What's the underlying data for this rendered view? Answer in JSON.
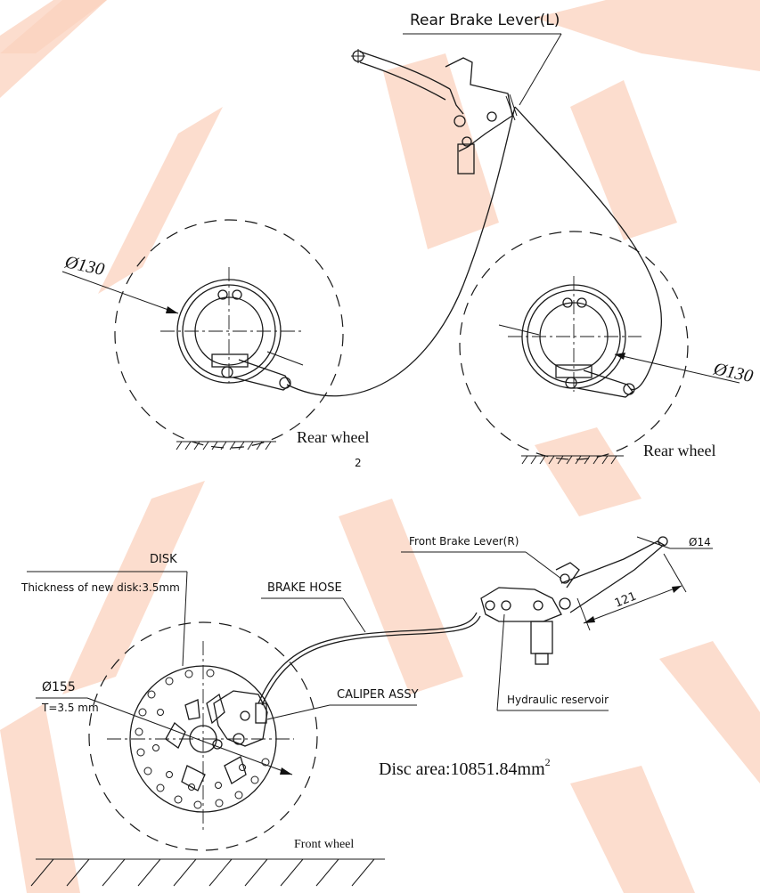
{
  "top": {
    "rear_lever_label": "Rear Brake Lever(L)",
    "left_diameter": "Ø130",
    "right_diameter": "Ø130",
    "left_wheel_label": "Rear wheel",
    "right_wheel_label": "Rear wheel",
    "page_mark": "2"
  },
  "bottom": {
    "disk_label": "DISK",
    "thickness_label": "Thickness of new disk:3.5mm",
    "brake_hose_label": "BRAKE HOSE",
    "front_lever_label": "Front Brake Lever(R)",
    "lever_tip_diameter": "Ø14",
    "lever_length": "121",
    "disc_diameter": "Ø155",
    "disc_thickness": "T=3.5 mm",
    "caliper_label": "CALIPER ASSY",
    "reservoir_label": "Hydraulic reservoir",
    "disc_area_label": "Disc area:10851.84mm",
    "disc_area_exponent": "2",
    "front_wheel_label": "Front wheel"
  },
  "colors": {
    "line": "#1a1a1a",
    "watermark": "#fbd2bd",
    "background": "#ffffff"
  }
}
